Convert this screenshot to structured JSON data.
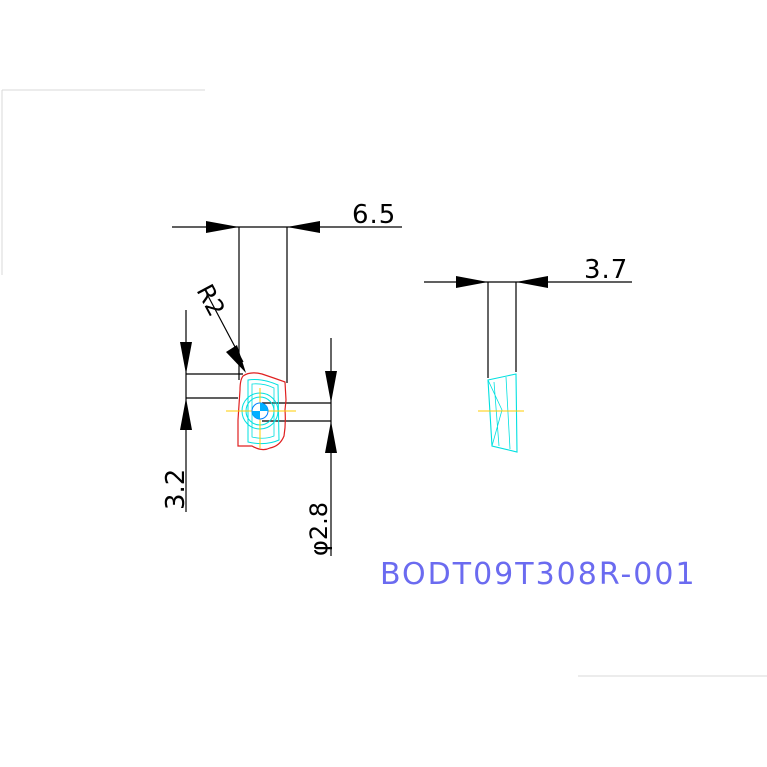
{
  "drawing": {
    "part_number": "BODT09T308R-001",
    "dimensions": {
      "width_top": "6.5",
      "radius": "R2",
      "height_left": "3.2",
      "hole_diameter": "φ2.8",
      "thickness": "3.7"
    },
    "colors": {
      "dimension": "#000000",
      "part_outline": "#e02020",
      "part_detail": "#00e0e0",
      "center_mark": "#0080ff",
      "center_line": "#ffcc00",
      "title": "#6b6bf0",
      "frame": "#d9d9d9"
    }
  }
}
